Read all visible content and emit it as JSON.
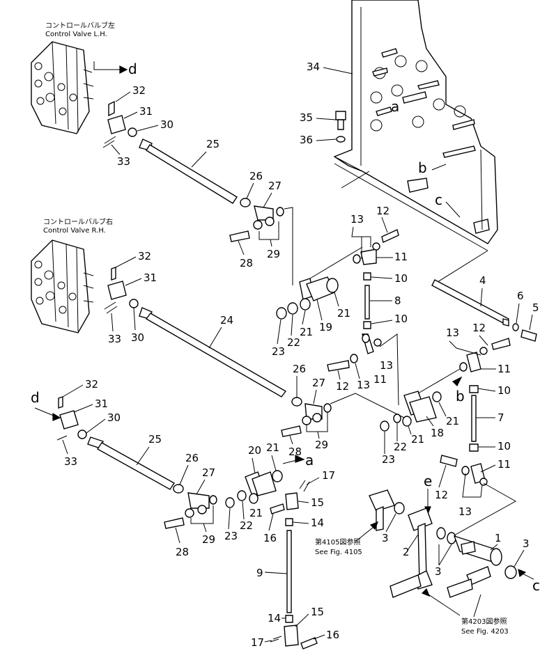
{
  "captions": {
    "lh_jp": "コントロールバルブ左",
    "lh_en": "Control Valve L.H.",
    "rh_jp": "コントロールバルブ右",
    "rh_en": "Control Valve R.H.",
    "ref4105_jp": "第4105図参照",
    "ref4105_en": "See Fig. 4105",
    "ref4203_jp": "第4203図参照",
    "ref4203_en": "See Fig. 4203"
  },
  "callouts": {
    "c1": "1",
    "c2": "2",
    "c3a": "3",
    "c3b": "3",
    "c3c": "3",
    "c4": "4",
    "c5": "5",
    "c6": "6",
    "c7": "7",
    "c8": "8",
    "c9": "9",
    "c10a": "10",
    "c10b": "10",
    "c10c": "10",
    "c10d": "10",
    "c11a": "11",
    "c11b": "11",
    "c11c": "11",
    "c11d": "11",
    "c12a": "12",
    "c12b": "12",
    "c12c": "12",
    "c12d": "12",
    "c13a": "13",
    "c13b": "13",
    "c13c": "13",
    "c13d": "13",
    "c13e": "13",
    "c14a": "14",
    "c14b": "14",
    "c15a": "15",
    "c15b": "15",
    "c16a": "16",
    "c16b": "16",
    "c17a": "17",
    "c17b": "17",
    "c18": "18",
    "c19": "19",
    "c20": "20",
    "c21a": "21",
    "c21b": "21",
    "c21c": "21",
    "c21d": "21",
    "c21e": "21",
    "c22a": "22",
    "c22b": "22",
    "c22c": "22",
    "c23a": "23",
    "c23b": "23",
    "c23c": "23",
    "c24": "24",
    "c25a": "25",
    "c25b": "25",
    "c26a": "26",
    "c26b": "26",
    "c26c": "26",
    "c27a": "27",
    "c27b": "27",
    "c27c": "27",
    "c28a": "28",
    "c28b": "28",
    "c28c": "28",
    "c29a": "29",
    "c29b": "29",
    "c29c": "29",
    "c30a": "30",
    "c30b": "30",
    "c30c": "30",
    "c31a": "31",
    "c31b": "31",
    "c31c": "31",
    "c32a": "32",
    "c32b": "32",
    "c32c": "32",
    "c33a": "33",
    "c33b": "33",
    "c33c": "33",
    "c34": "34",
    "c35": "35",
    "c36": "36"
  },
  "markers": {
    "a1": "a",
    "a2": "a",
    "b1": "b",
    "b2": "b",
    "c1": "c",
    "c2": "c",
    "d1": "d",
    "d2": "d",
    "e1": "e"
  }
}
